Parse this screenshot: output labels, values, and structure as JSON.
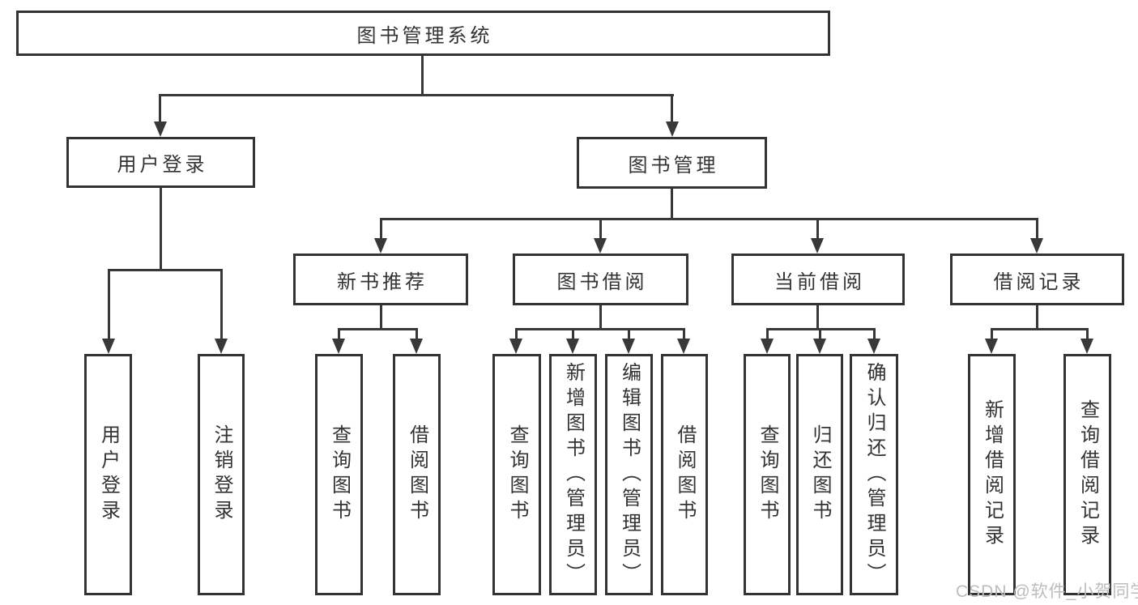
{
  "title": {
    "label": "图书管理系统"
  },
  "level2": [
    {
      "label": "用户登录"
    },
    {
      "label": "图书管理"
    }
  ],
  "level3": [
    {
      "label": "新书推荐"
    },
    {
      "label": "图书借阅"
    },
    {
      "label": "当前借阅"
    },
    {
      "label": "借阅记录"
    }
  ],
  "leaves": {
    "login": [
      "用户登录",
      "注销登录"
    ],
    "recommend": [
      "查询图书",
      "借阅图书"
    ],
    "borrow": [
      "查询图书",
      "新增图书（管理员）",
      "编辑图书（管理员）",
      "借阅图书"
    ],
    "current": [
      "查询图书",
      "归还图书",
      "确认归还（管理员）"
    ],
    "records": [
      "新增借阅记录",
      "查询借阅记录"
    ]
  },
  "watermark": {
    "text": "CSDN @软件_小贺同学"
  },
  "colors": {
    "line": "#383838",
    "box_border": "#333333",
    "text": "#333333",
    "watermark": "#bdbdbd",
    "background": "#ffffff"
  }
}
